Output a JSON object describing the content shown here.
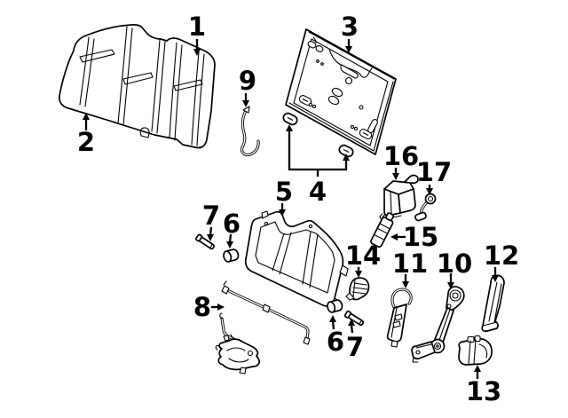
{
  "diagram": {
    "background_color": "#ffffff",
    "line_color": "#000000",
    "arrow_color": "#000000",
    "callouts": [
      {
        "num": "1"
      },
      {
        "num": "2"
      },
      {
        "num": "3"
      },
      {
        "num": "4"
      },
      {
        "num": "5"
      },
      {
        "num": "6"
      },
      {
        "num": "7"
      },
      {
        "num": "8"
      },
      {
        "num": "9"
      },
      {
        "num": "6"
      },
      {
        "num": "7"
      },
      {
        "num": "10"
      },
      {
        "num": "11"
      },
      {
        "num": "12"
      },
      {
        "num": "13"
      },
      {
        "num": "14"
      },
      {
        "num": "15"
      },
      {
        "num": "16"
      },
      {
        "num": "17"
      }
    ]
  }
}
